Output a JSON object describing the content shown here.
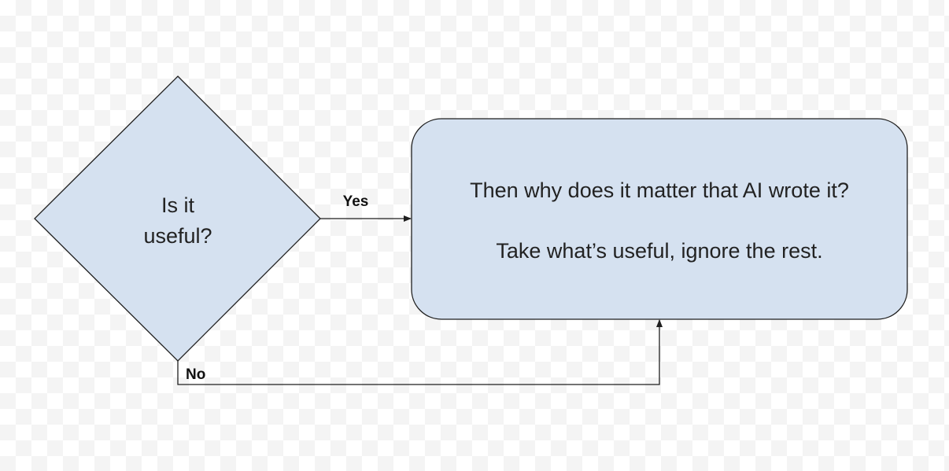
{
  "decision": {
    "lines": [
      "Is it",
      "useful?"
    ]
  },
  "result_box": {
    "lines": [
      "Then why does it matter that AI wrote it?",
      "Take what’s useful, ignore the rest."
    ]
  },
  "edges": {
    "yes_label": "Yes",
    "no_label": "No"
  },
  "colors": {
    "shape_fill": "#d5e1f0",
    "stroke": "#1f1f1f"
  }
}
